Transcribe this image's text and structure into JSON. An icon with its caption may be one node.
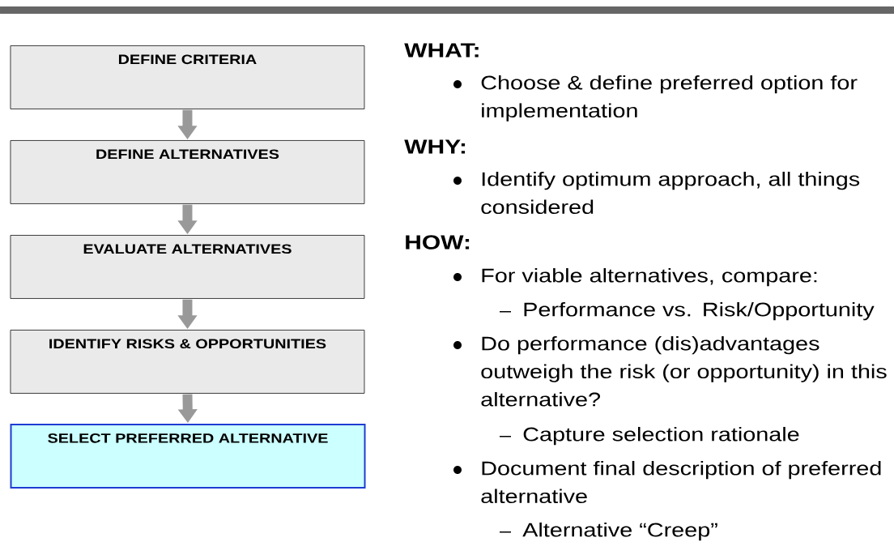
{
  "diagram": {
    "nodes": [
      {
        "text": [
          "DEFINE CRITERIA"
        ]
      },
      {
        "text": [
          "DEFINE ALTERNATIVES"
        ]
      },
      {
        "text": [
          "EVALUATE ALTERNATIVES"
        ]
      },
      {
        "text": [
          "IDENTIFY RISKS & OPPORTUNITIES"
        ]
      },
      {
        "text": [
          "SELECT PREFERRED ALTERNATIVE"
        ]
      }
    ],
    "edges": [
      {
        "from": 0,
        "to": 1,
        "arrow": "to"
      },
      {
        "from": 1,
        "to": 2,
        "arrow": "to"
      },
      {
        "from": 2,
        "to": 3,
        "arrow": "to"
      },
      {
        "from": 3,
        "to": 4,
        "arrow": "to"
      }
    ],
    "labels": [
      "WHAT:",
      "Choose & define preferred option for implementation",
      "WHY:",
      "Identify optimum approach, all things considered",
      "HOW:",
      "For viable alternatives, compare:",
      "Performance vs. Risk/Opportunity",
      "Do performance (dis)advantages outweigh the risk (or opportunity) in this alternative?",
      "Capture selection rationale",
      "Document final description of preferred alternative",
      "Alternative “Creep”"
    ]
  }
}
